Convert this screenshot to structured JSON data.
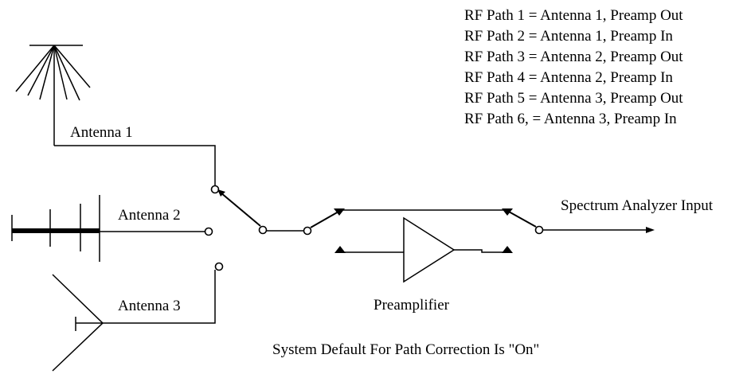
{
  "legend": {
    "lines": [
      "RF Path 1 = Antenna 1, Preamp Out",
      "RF Path 2 = Antenna 1, Preamp In",
      "RF Path 3 = Antenna 2, Preamp Out",
      "RF Path 4 = Antenna 2, Preamp In",
      "RF Path 5 = Antenna 3, Preamp Out",
      "RF Path 6, = Antenna 3, Preamp In"
    ]
  },
  "labels": {
    "antenna1": "Antenna 1",
    "antenna2": "Antenna 2",
    "antenna3": "Antenna 3",
    "output": "Spectrum Analyzer Input",
    "preamp": "Preamplifier",
    "footer": "System Default For Path Correction Is \"On\""
  }
}
